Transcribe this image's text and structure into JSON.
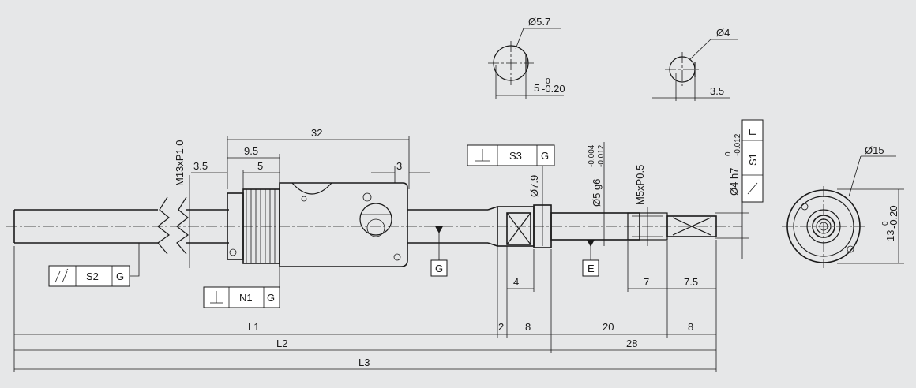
{
  "detail_a": {
    "dia_label": "Ø5.7",
    "flat_label": "5",
    "tol_upper": "0",
    "tol_lower": "-0.20"
  },
  "detail_b": {
    "dia_label": "Ø4",
    "flat_label": "3.5"
  },
  "dims": {
    "d32": "32",
    "d9_5": "9.5",
    "d5": "5",
    "d3_5": "3.5",
    "d3": "3",
    "m13": "M13xP1.0",
    "d7_9": "Ø7.9",
    "d5g6": "Ø5 g6",
    "d5g6_tol_upper": "-0.004",
    "d5g6_tol_lower": "-0.012",
    "m5": "M5xP0.5",
    "d4h7": "Ø4 h7",
    "d4h7_tol_upper": "0",
    "d4h7_tol_lower": "-0.012",
    "d15": "Ø15",
    "d13": "13",
    "d13_tol_upper": "0",
    "d13_tol_lower": "-0.20",
    "d4": "4",
    "d7": "7",
    "d7_5": "7.5",
    "d2": "2",
    "d8a": "8",
    "d20": "20",
    "d8b": "8",
    "d28": "28",
    "L1": "L1",
    "L2": "L2",
    "L3": "L3"
  },
  "frames": {
    "s2": {
      "symbol": "circular-runout-icon",
      "value": "S2",
      "datum": "G"
    },
    "n1": {
      "symbol": "perpendicularity-icon",
      "value": "N1",
      "datum": "G"
    },
    "s3": {
      "symbol": "perpendicularity-icon",
      "value": "S3",
      "datum": "G"
    },
    "s1": {
      "symbol": "circular-runout-icon",
      "value": "S1",
      "datum": "E"
    }
  },
  "datums": {
    "g": "G",
    "e": "E"
  }
}
